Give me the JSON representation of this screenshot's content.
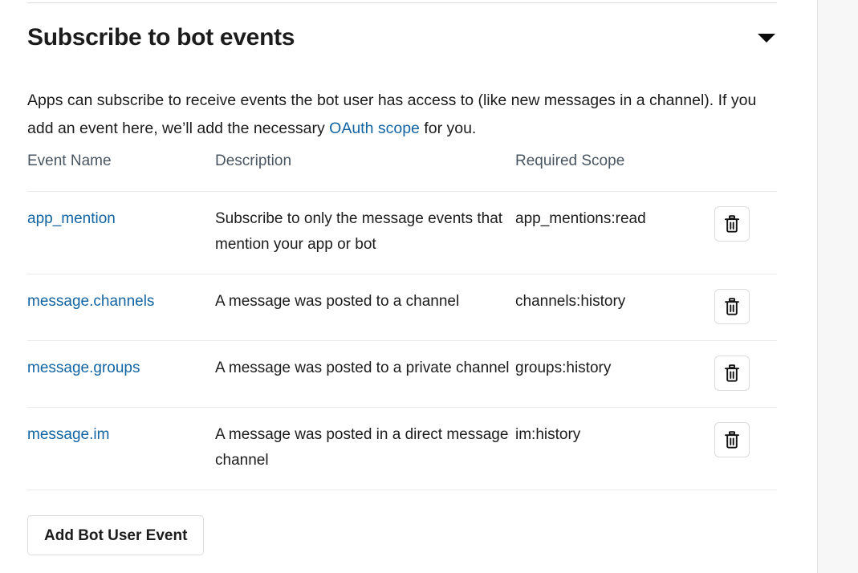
{
  "section": {
    "title": "Subscribe to bot events",
    "collapse_icon": "chevron-down-icon",
    "description_part1": "Apps can subscribe to receive events the bot user has access to (like new messages in a channel). If you add an event here, we’ll add the necessary ",
    "description_link": "OAuth scope",
    "description_part2": " for you."
  },
  "table": {
    "headers": {
      "event_name": "Event Name",
      "description": "Description",
      "required_scope": "Required Scope"
    },
    "rows": [
      {
        "name": "app_mention",
        "description": "Subscribe to only the message events that mention your app or bot",
        "scope": "app_mentions:read",
        "delete_icon": "trash-icon"
      },
      {
        "name": "message.channels",
        "description": "A message was posted to a channel",
        "scope": "channels:history",
        "delete_icon": "trash-icon"
      },
      {
        "name": "message.groups",
        "description": "A message was posted to a private channel",
        "scope": "groups:history",
        "delete_icon": "trash-icon"
      },
      {
        "name": "message.im",
        "description": "A message was posted in a direct message channel",
        "scope": "im:history",
        "delete_icon": "trash-icon"
      }
    ]
  },
  "actions": {
    "add_bot_user_event": "Add Bot User Event"
  },
  "colors": {
    "link": "#1264a3",
    "text": "#1d1c1d",
    "header_text": "#4a5562",
    "border": "#e8e8e8",
    "panel_bg": "#f7f7f7"
  }
}
